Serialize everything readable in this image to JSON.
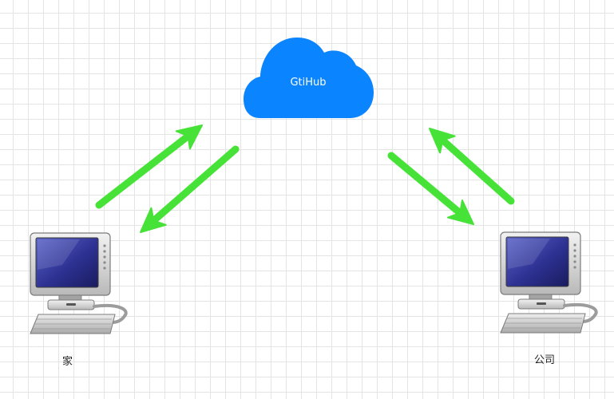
{
  "colors": {
    "cloud": "#0a84ff",
    "arrow": "#47e238",
    "grid": "#e4e4e4"
  },
  "icons": {
    "cloud": "cloud-icon",
    "home_computer": "desktop-computer-icon",
    "office_computer": "desktop-computer-icon"
  },
  "cloud": {
    "label": "GtiHub"
  },
  "home": {
    "label": "家"
  },
  "office": {
    "label": "公司"
  },
  "connections": [
    {
      "from": "home",
      "to": "cloud"
    },
    {
      "from": "cloud",
      "to": "home"
    },
    {
      "from": "cloud",
      "to": "office"
    },
    {
      "from": "office",
      "to": "cloud"
    }
  ]
}
